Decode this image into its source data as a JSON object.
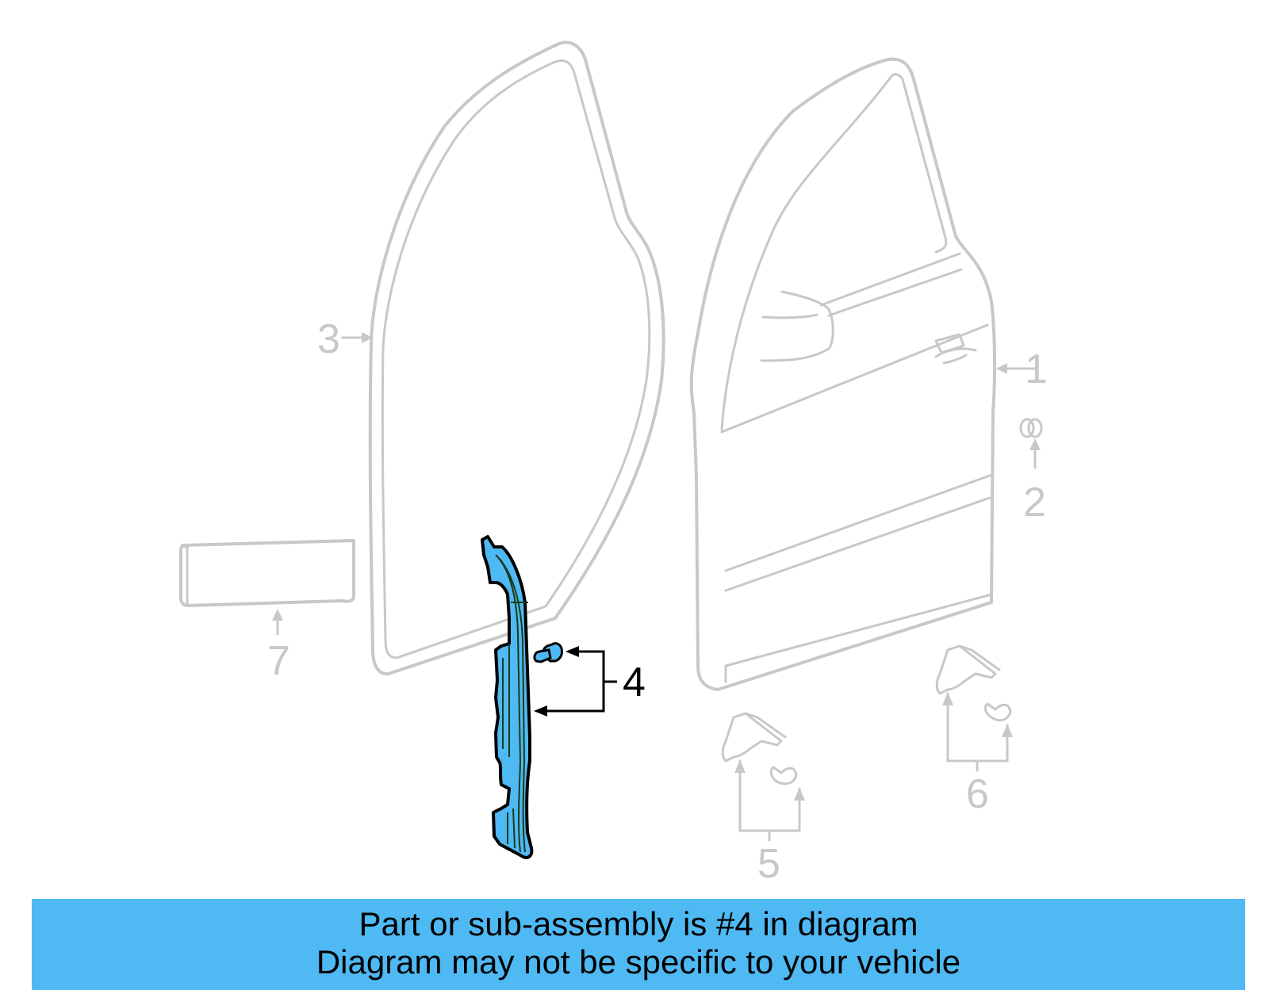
{
  "diagram": {
    "colors": {
      "ghost_line": "#c8c8c8",
      "highlight_fill": "#4fb9f3",
      "highlight_stroke": "#000000",
      "banner_bg": "#4fb9f3",
      "background": "#ffffff"
    },
    "highlighted_part": "4",
    "callouts": [
      {
        "number": "1",
        "part": "door-shell",
        "active": false
      },
      {
        "number": "2",
        "part": "bumper-stop",
        "active": false
      },
      {
        "number": "3",
        "part": "door-weatherstrip",
        "active": false
      },
      {
        "number": "4",
        "part": "pillar-reinforcement-bracket-and-bolt",
        "active": true
      },
      {
        "number": "5",
        "part": "front-clip-and-screw",
        "active": false
      },
      {
        "number": "6",
        "part": "rear-clip-and-screw",
        "active": false
      },
      {
        "number": "7",
        "part": "body-side-molding",
        "active": false
      }
    ]
  },
  "banner": {
    "line1": "Part or sub-assembly is #4 in diagram",
    "line2": "Diagram may not be specific to your vehicle"
  }
}
